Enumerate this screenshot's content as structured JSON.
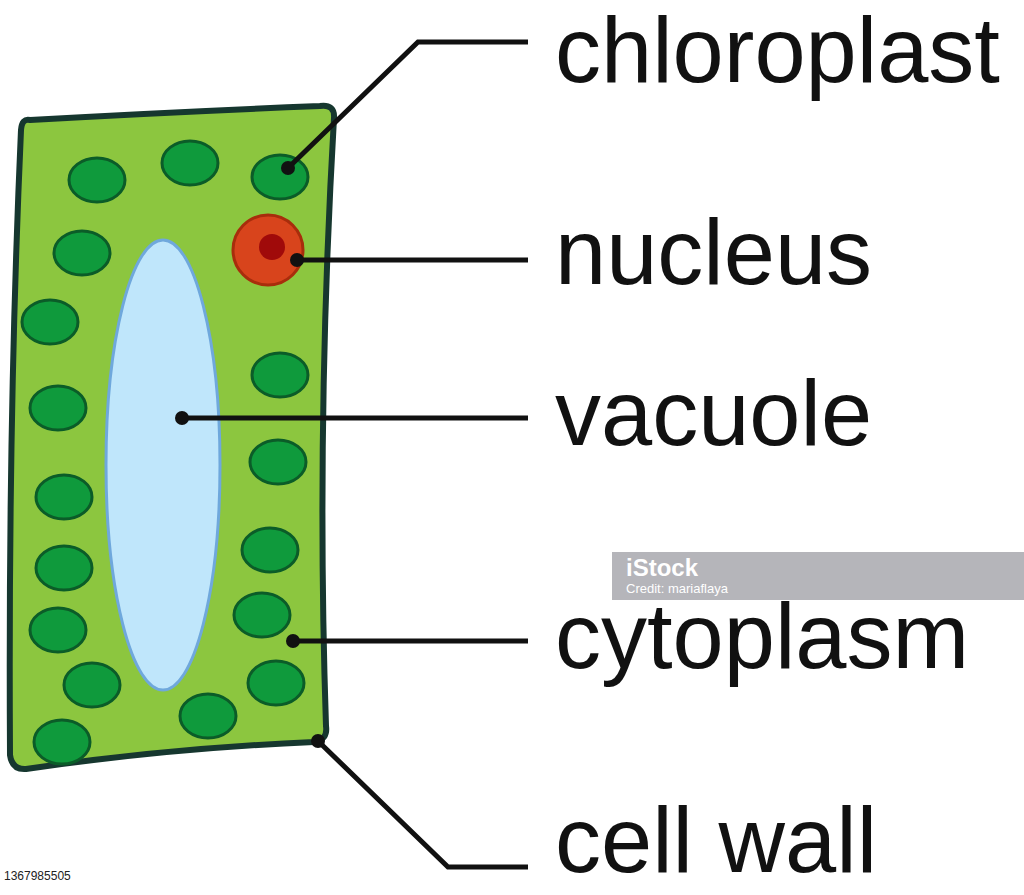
{
  "diagram": {
    "labels": [
      "chloroplast",
      "nucleus",
      "vacuole",
      "cytoplasm",
      "cell wall",
      "iStock",
      "Credit: mariaflaya",
      "1367985505"
    ]
  }
}
